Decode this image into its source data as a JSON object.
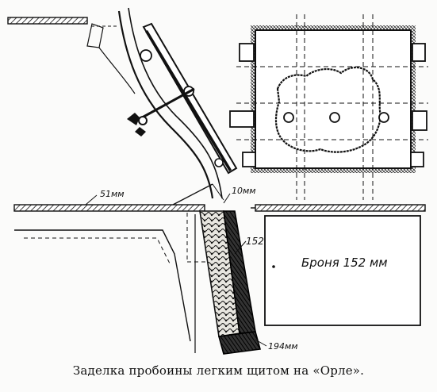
{
  "caption": "Заделка пробоины легким щитом на «Орле».",
  "labels": {
    "deck_plate": "51мм",
    "gap": "10мм",
    "armor_left": "152",
    "backing": "194мм",
    "armor_right": "Броня 152 мм"
  }
}
